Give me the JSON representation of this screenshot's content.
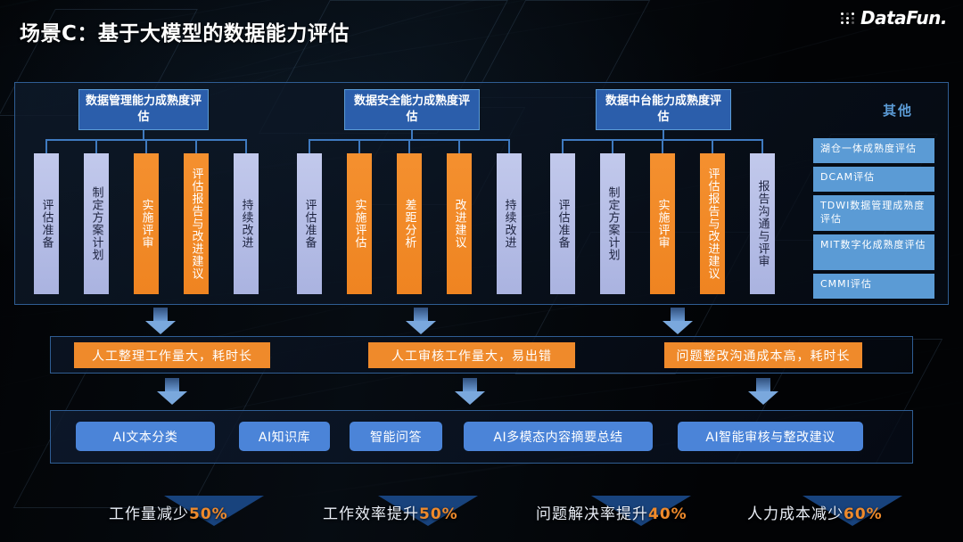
{
  "slide": {
    "title": "场景C：基于大模型的数据能力评估",
    "logo_text": "DataFun.",
    "accent_blue": "#2b5eab",
    "accent_light_blue": "#5b9bd5",
    "accent_orange": "#ef8a2b"
  },
  "framework": {
    "groups": [
      {
        "header": "数据管理能力成熟度评估",
        "steps": [
          {
            "label": "评估准备",
            "color": "blue"
          },
          {
            "label": "制定方案计划",
            "color": "blue"
          },
          {
            "label": "实施评审",
            "color": "orange"
          },
          {
            "label": "评估报告与改进建议",
            "color": "orange"
          },
          {
            "label": "持续改进",
            "color": "blue"
          }
        ]
      },
      {
        "header": "数据安全能力成熟度评估",
        "steps": [
          {
            "label": "评估准备",
            "color": "blue"
          },
          {
            "label": "实施评估",
            "color": "orange"
          },
          {
            "label": "差距分析",
            "color": "orange"
          },
          {
            "label": "改进建议",
            "color": "orange"
          },
          {
            "label": "持续改进",
            "color": "blue"
          }
        ]
      },
      {
        "header": "数据中台能力成熟度评估",
        "steps": [
          {
            "label": "评估准备",
            "color": "blue"
          },
          {
            "label": "制定方案计划",
            "color": "blue"
          },
          {
            "label": "实施评审",
            "color": "orange"
          },
          {
            "label": "评估报告与改进建议",
            "color": "orange"
          },
          {
            "label": "报告沟通与评审",
            "color": "blue"
          }
        ]
      }
    ],
    "other": {
      "title": "其他",
      "items": [
        "湖仓一体成熟度评估",
        "DCAM评估",
        "TDWI数据管理成熟度评估",
        "MIT数字化成熟度评估",
        "CMMI评估"
      ]
    }
  },
  "pain_points": [
    "人工整理工作量大，耗时长",
    "人工审核工作量大，易出错",
    "问题整改沟通成本高，耗时长"
  ],
  "ai_capabilities": [
    "AI文本分类",
    "AI知识库",
    "智能问答",
    "AI多模态内容摘要总结",
    "AI智能审核与整改建议"
  ],
  "metrics": [
    {
      "label": "工作量减少",
      "value": "50%"
    },
    {
      "label": "工作效率提升",
      "value": "50%"
    },
    {
      "label": "问题解决率提升",
      "value": "40%"
    },
    {
      "label": "人力成本减少",
      "value": "60%"
    }
  ],
  "icons": {
    "arrow_down": "arrow-down-icon",
    "logo_dots": "datafun-dots-icon"
  }
}
